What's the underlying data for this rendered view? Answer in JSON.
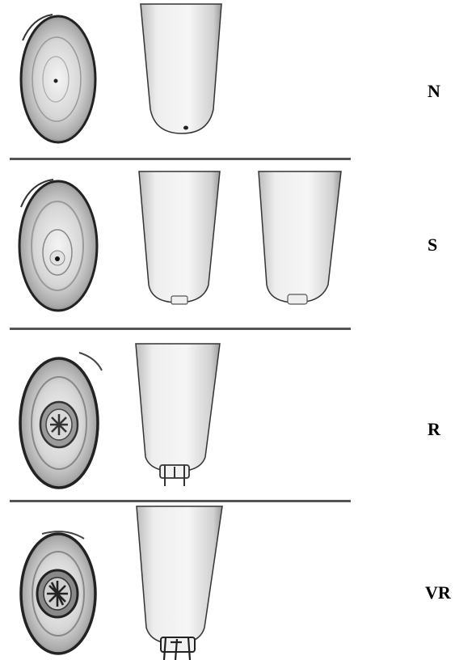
{
  "rows": [
    {
      "label": "N"
    },
    {
      "label": "S"
    },
    {
      "label": "R"
    },
    {
      "label": "VR"
    }
  ]
}
